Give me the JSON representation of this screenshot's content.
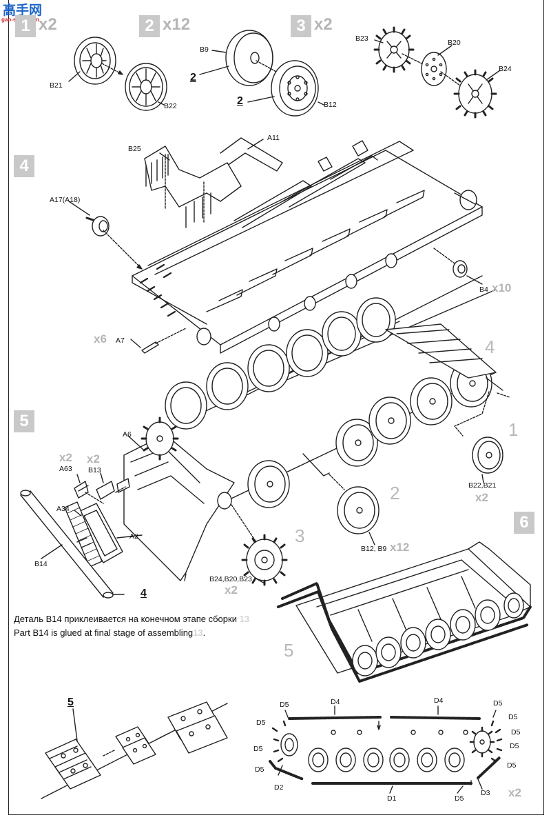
{
  "logo": {
    "text": "高手网",
    "url": "gao-shou.com"
  },
  "steps": [
    {
      "number": "1",
      "mult": "x2"
    },
    {
      "number": "2",
      "mult": "x12"
    },
    {
      "number": "3",
      "mult": "x2"
    },
    {
      "number": "4",
      "mult": ""
    },
    {
      "number": "5",
      "mult": ""
    },
    {
      "number": "6",
      "mult": ""
    }
  ],
  "parts": {
    "b21": "B21",
    "b22": "B22",
    "b9": "B9",
    "b12": "B12",
    "b23": "B23",
    "b20": "B20",
    "b24": "B24",
    "b25": "B25",
    "a11": "A11",
    "a17": "A17(A18)",
    "b4": "B4",
    "a7": "A7",
    "a6": "A6",
    "a63": "A63",
    "b13": "B13",
    "a34": "A34",
    "a2": "A2",
    "b14": "B14",
    "b22b21": "B22,B21",
    "b12b9": "B12, B9",
    "b24b20b23": "B24,B20,B23",
    "d4": "D4",
    "d5": "D5",
    "d2": "D2",
    "d1": "D1",
    "d3": "D3"
  },
  "multipliers": {
    "b4": "x10",
    "a7": "x6",
    "a63": "x2",
    "b13": "x2",
    "b22b21": "x2",
    "b12b9": "x12",
    "b24b20b23": "x2",
    "tracks": "x2"
  },
  "sub_refs": {
    "two": "2",
    "four": "4",
    "five": "5"
  },
  "big_refs": {
    "four": "4",
    "one": "1",
    "two": "2",
    "three": "3",
    "five": "5"
  },
  "notes": {
    "ru_text": "Деталь B14 приклеивается на конечном этапе сборки",
    "en_text": "Part B14 is glued at final stage of assembling",
    "ref": "13"
  }
}
